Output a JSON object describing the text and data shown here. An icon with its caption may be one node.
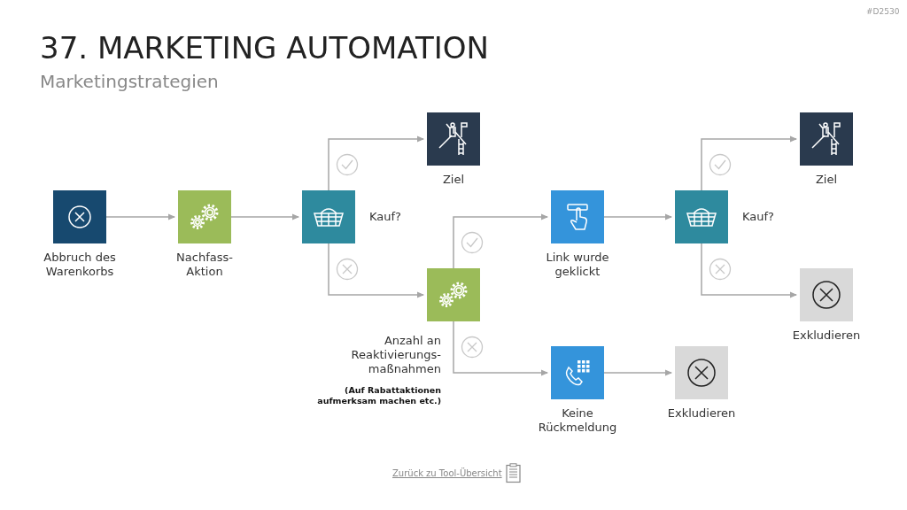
{
  "diagram": {
    "title": "37. MARKETING AUTOMATION",
    "nodes": [
      {
        "text": [
          "Abbruch des Warenkorbs"
        ]
      },
      {
        "text": [
          "Nachfass- Aktion"
        ]
      },
      {
        "text": [],
        "shape": "box",
        "beside": [
          "Kauf?"
        ]
      },
      {
        "text": [
          "Ziel"
        ]
      },
      {
        "text": [
          "Anzahl an Reaktivierungs- maßnahmen",
          "(Auf Rabattaktionen aufmerksam machen etc.)"
        ]
      },
      {
        "text": [
          "Link wurde geklickt"
        ]
      },
      {
        "text": [
          "Keine Rückmeldung"
        ]
      },
      {
        "text": [
          "Exkludieren"
        ]
      },
      {
        "text": [],
        "shape": "box",
        "beside": [
          "Kauf?"
        ]
      },
      {
        "text": [
          "Ziel"
        ]
      },
      {
        "text": [
          "Exkludieren"
        ]
      }
    ],
    "edges": [
      {
        "from": 0,
        "to": 1,
        "arrow": "to"
      },
      {
        "from": 1,
        "to": 2,
        "arrow": "to"
      },
      {
        "from": 2,
        "to": 3,
        "arrow": "to"
      },
      {
        "from": 2,
        "to": 4,
        "arrow": "to"
      },
      {
        "from": 4,
        "to": 5,
        "arrow": "to"
      },
      {
        "from": 4,
        "to": 6,
        "arrow": "to"
      },
      {
        "from": 5,
        "to": 8,
        "arrow": "to"
      },
      {
        "from": 6,
        "to": 7,
        "arrow": "to"
      },
      {
        "from": 8,
        "to": 9,
        "arrow": "to"
      },
      {
        "from": 8,
        "to": 10,
        "arrow": "to"
      }
    ],
    "labels": [
      "#D2530",
      "Marketingstrategien",
      "Zurück zu Tool-Übersicht"
    ]
  }
}
